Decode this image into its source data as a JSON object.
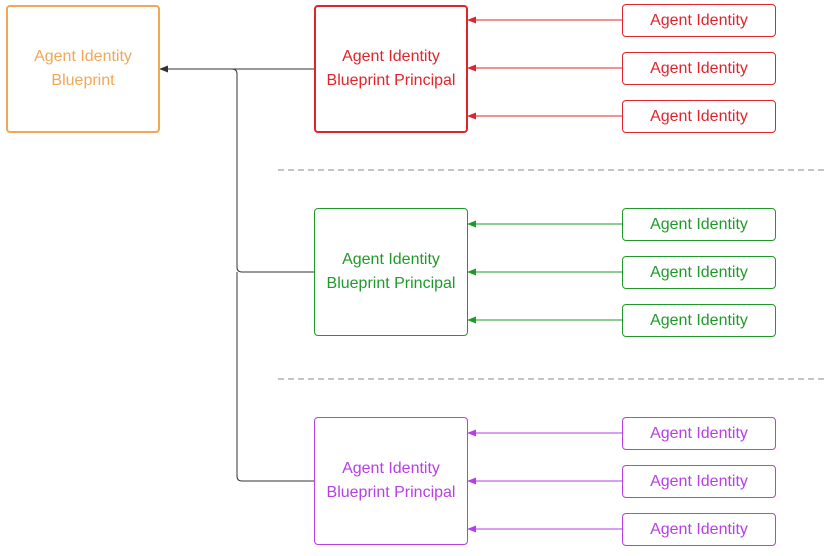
{
  "colors": {
    "blueprint": "#f2a755",
    "red": "#e0242a",
    "green": "#1f9a2a",
    "purple": "#b83ee6",
    "connector": "#333333",
    "separator": "#888888"
  },
  "blueprint": {
    "line1": "Agent Identity",
    "line2": "Blueprint"
  },
  "groups": [
    {
      "color_key": "red",
      "principal": {
        "line1": "Agent Identity",
        "line2": "Blueprint Principal"
      },
      "identities": [
        "Agent Identity",
        "Agent Identity",
        "Agent Identity"
      ]
    },
    {
      "color_key": "green",
      "principal": {
        "line1": "Agent Identity",
        "line2": "Blueprint Principal"
      },
      "identities": [
        "Agent Identity",
        "Agent Identity",
        "Agent Identity"
      ]
    },
    {
      "color_key": "purple",
      "principal": {
        "line1": "Agent Identity",
        "line2": "Blueprint Principal"
      },
      "identities": [
        "Agent Identity",
        "Agent Identity",
        "Agent Identity"
      ]
    }
  ]
}
